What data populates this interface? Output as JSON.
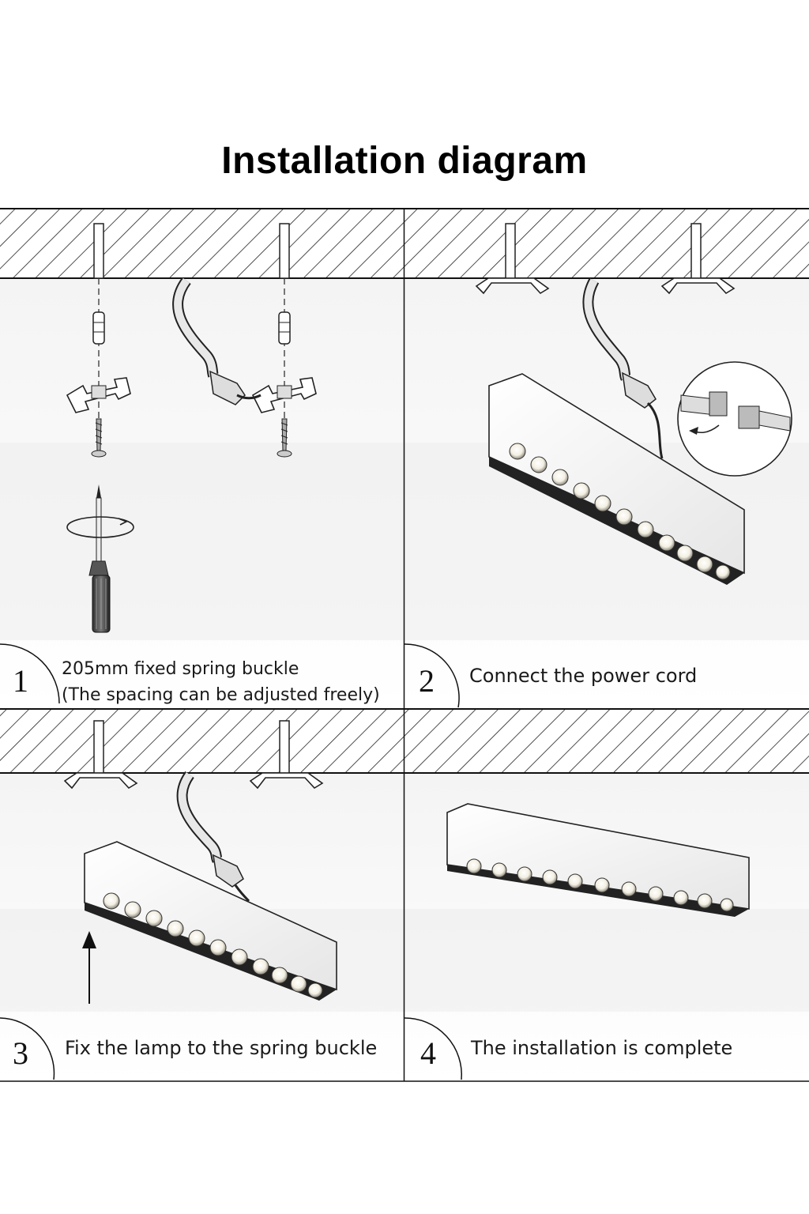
{
  "title": "Installation diagram",
  "steps": [
    {
      "number": "1",
      "caption_line1": "205mm fixed spring buckle",
      "caption_line2": "(The spacing can be adjusted  freely)"
    },
    {
      "number": "2",
      "caption_line1": "Connect the power cord"
    },
    {
      "number": "3",
      "caption_line1": "Fix the lamp to the spring buckle"
    },
    {
      "number": "4",
      "caption_line1": "The installation is complete"
    }
  ]
}
